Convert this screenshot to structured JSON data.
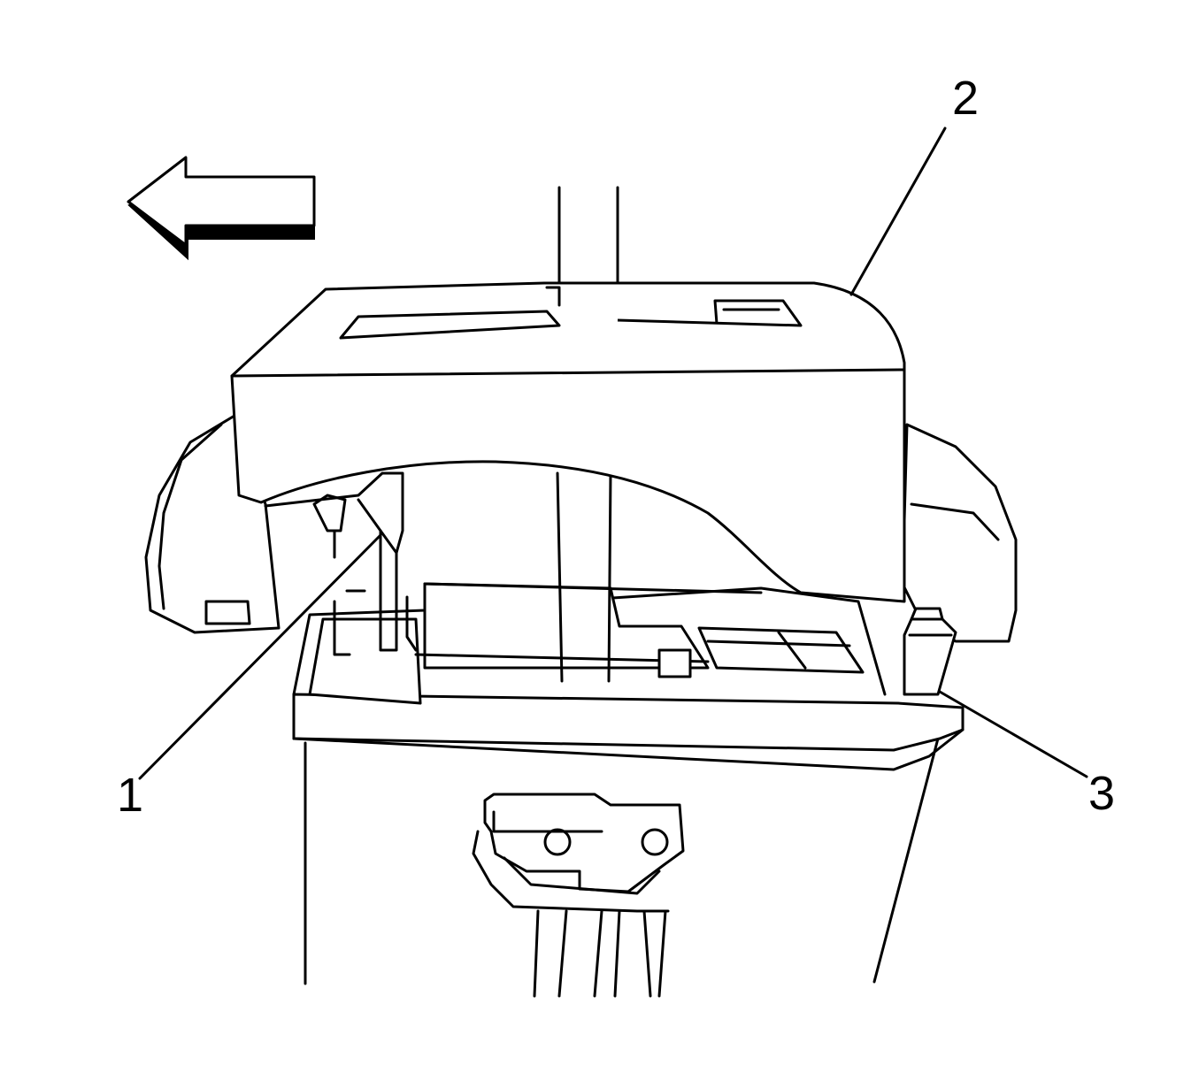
{
  "callouts": [
    {
      "id": "1",
      "text": "1"
    },
    {
      "id": "2",
      "text": "2"
    },
    {
      "id": "3",
      "text": "3"
    }
  ],
  "colors": {
    "stroke": "#000000",
    "background": "#ffffff"
  },
  "icons": {
    "direction_arrow": "arrow-left-icon"
  }
}
